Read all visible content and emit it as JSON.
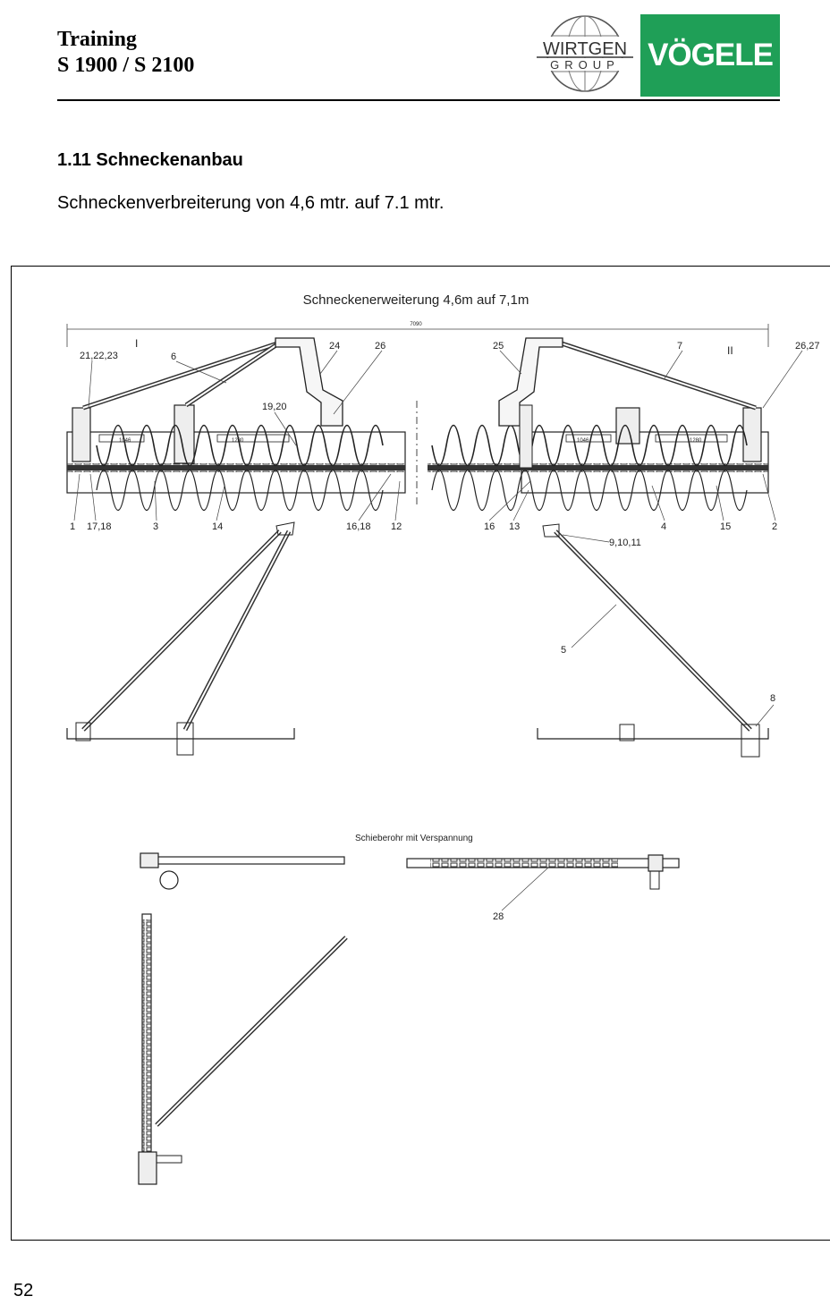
{
  "header": {
    "title_line1": "Training",
    "title_line2": "S 1900 / S 2100",
    "logo_wirtgen_top": "WIRTGEN",
    "logo_wirtgen_bottom": "GROUP",
    "logo_vogele": "VÖGELE",
    "brand_green": "#1f9f57"
  },
  "section": {
    "heading": "1.11 Schneckenanbau",
    "text": "Schneckenverbreiterung von 4,6 mtr. auf 7.1 mtr."
  },
  "drawing": {
    "title": "Schneckenerweiterung 4,6m auf 7,1m",
    "dimension": "7090",
    "sub_title": "Schieberohr mit Verspannung",
    "roman_left": "I",
    "roman_right": "II",
    "callouts_top": [
      "21,22,23",
      "6",
      "24",
      "26",
      "25",
      "7",
      "26,27",
      "19,20"
    ],
    "callouts_bottom": [
      "1",
      "17,18",
      "3",
      "14",
      "16,18",
      "12",
      "16",
      "13",
      "4",
      "15",
      "2"
    ],
    "callouts_other": [
      "9,10,11",
      "5",
      "8",
      "28"
    ],
    "dims_left": [
      "1046",
      "1280"
    ],
    "dims_right": [
      "1046",
      "1280"
    ]
  },
  "footer": {
    "page_number": "52"
  }
}
